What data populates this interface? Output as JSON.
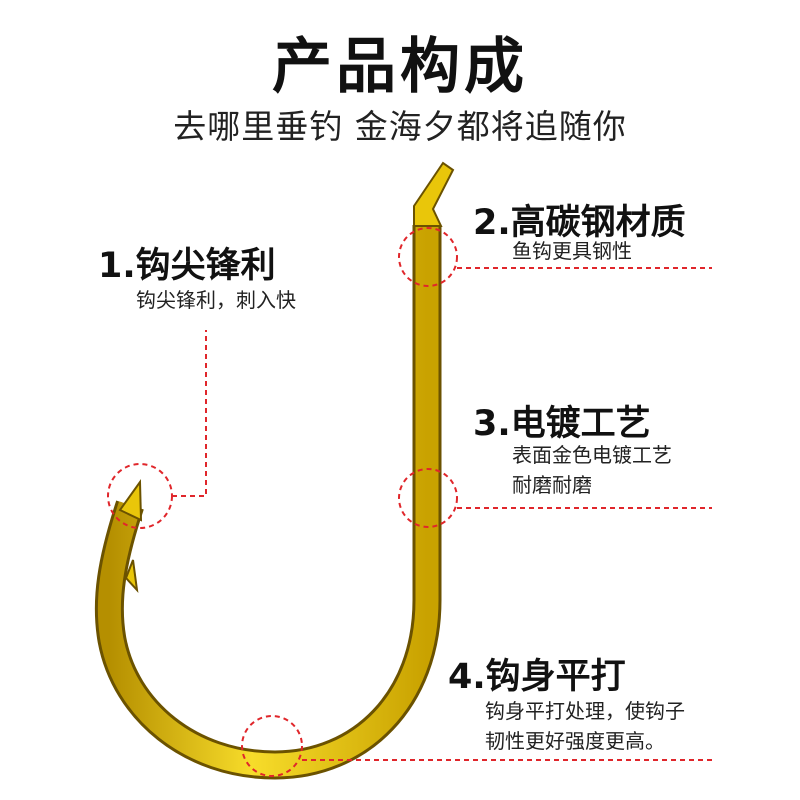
{
  "header": {
    "title": "产品构成",
    "subtitle": "去哪里垂钓 金海夕都将追随你"
  },
  "features": [
    {
      "title": "1.钩尖锋利",
      "desc": [
        "钩尖锋利，刺入快"
      ]
    },
    {
      "title": "2.高碳钢材质",
      "desc": [
        "鱼钩更具钢性"
      ]
    },
    {
      "title": "3.电镀工艺",
      "desc": [
        "表面金色电镀工艺",
        "耐磨耐磨"
      ]
    },
    {
      "title": "4.钩身平打",
      "desc": [
        "钩身平打处理，使钩子",
        "韧性更好强度更高。"
      ]
    }
  ],
  "colors": {
    "hook_gold": "#e8c000",
    "hook_outline": "#8a6a00",
    "callout_red": "#e0262b"
  }
}
